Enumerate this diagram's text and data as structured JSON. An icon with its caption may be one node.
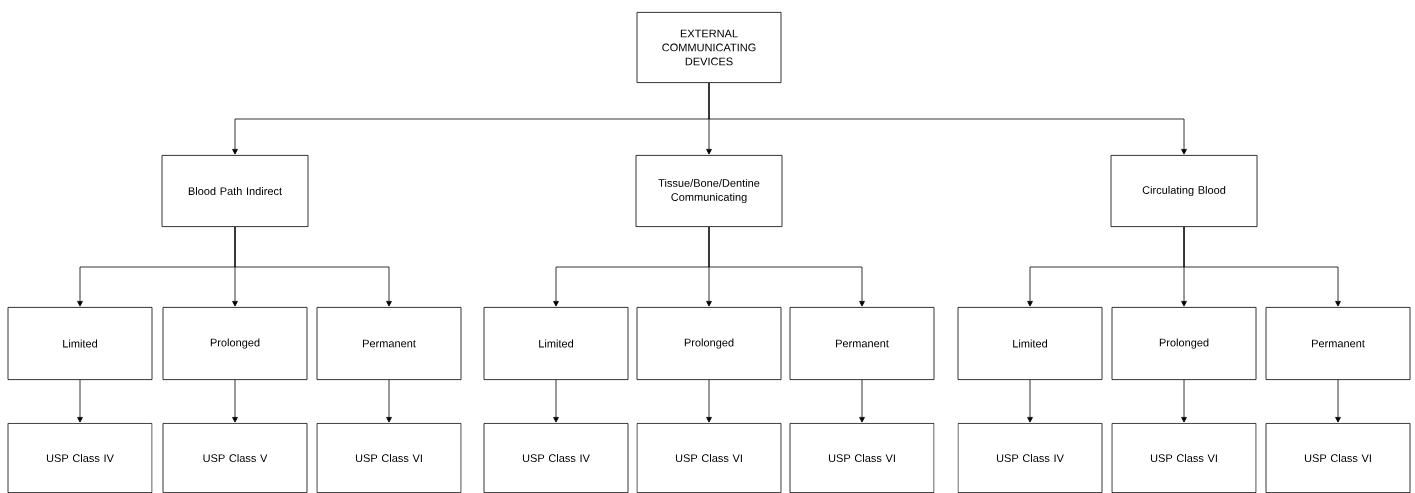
{
  "diagram": {
    "nodes": [
      {
        "text": [
          "EXTERNAL COMMUNICATING DEVICES"
        ]
      },
      {
        "text": [
          "Blood Path Indirect"
        ]
      },
      {
        "text": [
          "Tissue/Bone/Dentine Communicating"
        ]
      },
      {
        "text": [
          "Circulating Blood"
        ]
      },
      {
        "text": [
          "Limited"
        ]
      },
      {
        "text": [
          "Prolonged"
        ]
      },
      {
        "text": [
          "Permanent"
        ]
      },
      {
        "text": [
          "Limited"
        ]
      },
      {
        "text": [
          "Prolonged"
        ]
      },
      {
        "text": [
          "Permanent"
        ]
      },
      {
        "text": [
          "Limited"
        ]
      },
      {
        "text": [
          "Prolonged"
        ]
      },
      {
        "text": [
          "Permanent"
        ]
      },
      {
        "text": [
          "USP Class IV"
        ]
      },
      {
        "text": [
          "USP Class V"
        ]
      },
      {
        "text": [
          "USP Class VI"
        ]
      },
      {
        "text": [
          "USP Class IV"
        ]
      },
      {
        "text": [
          "USP Class VI"
        ]
      },
      {
        "text": [
          "USP Class VI"
        ]
      },
      {
        "text": [
          "USP Class IV"
        ]
      },
      {
        "text": [
          "USP Class VI"
        ]
      },
      {
        "text": [
          "USP Class VI"
        ]
      }
    ],
    "edges": [
      {
        "from": 0,
        "to": 1,
        "arrow": "to"
      },
      {
        "from": 0,
        "to": 2,
        "arrow": "to"
      },
      {
        "from": 0,
        "to": 3,
        "arrow": "to"
      },
      {
        "from": 1,
        "to": 4,
        "arrow": "to"
      },
      {
        "from": 1,
        "to": 5,
        "arrow": "to"
      },
      {
        "from": 1,
        "to": 6,
        "arrow": "to"
      },
      {
        "from": 2,
        "to": 7,
        "arrow": "to"
      },
      {
        "from": 2,
        "to": 8,
        "arrow": "to"
      },
      {
        "from": 2,
        "to": 9,
        "arrow": "to"
      },
      {
        "from": 3,
        "to": 10,
        "arrow": "to"
      },
      {
        "from": 3,
        "to": 11,
        "arrow": "to"
      },
      {
        "from": 3,
        "to": 12,
        "arrow": "to"
      },
      {
        "from": 4,
        "to": 13,
        "arrow": "to"
      },
      {
        "from": 5,
        "to": 14,
        "arrow": "to"
      },
      {
        "from": 6,
        "to": 15,
        "arrow": "to"
      },
      {
        "from": 7,
        "to": 16,
        "arrow": "to"
      },
      {
        "from": 8,
        "to": 17,
        "arrow": "to"
      },
      {
        "from": 9,
        "to": 18,
        "arrow": "to"
      },
      {
        "from": 10,
        "to": 19,
        "arrow": "to"
      },
      {
        "from": 11,
        "to": 20,
        "arrow": "to"
      },
      {
        "from": 12,
        "to": 21,
        "arrow": "to"
      }
    ]
  }
}
